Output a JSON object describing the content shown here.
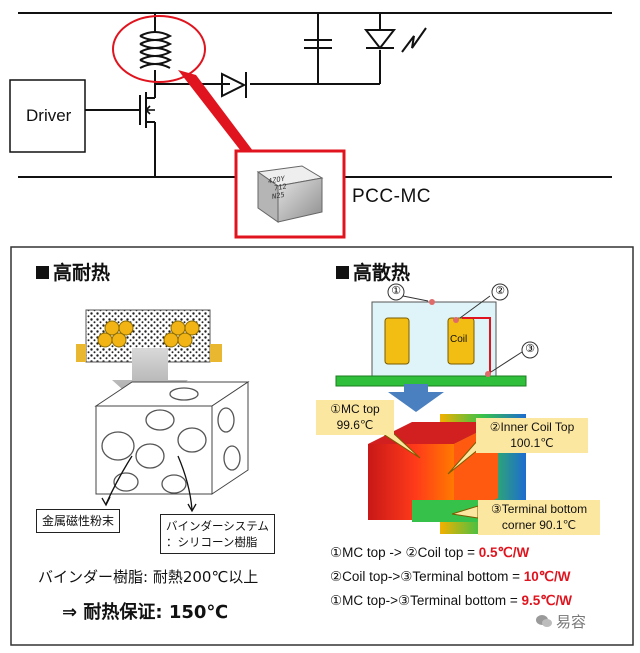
{
  "circuit": {
    "driver_label": "Driver",
    "component_label": "PCC-MC",
    "chip_markings": [
      "4ZOY",
      "712",
      "N25"
    ]
  },
  "panel": {
    "left": {
      "title": "高耐热",
      "label_powder": "金属磁性粉末",
      "label_binder_line1": "バインダーシステム",
      "label_binder_line2": "：シリコーン樹脂",
      "resin_note": "バインダー樹脂: 耐熱200℃以上",
      "guarantee": "⇒ 耐热保证: 150℃"
    },
    "right": {
      "title": "高散热",
      "markers": [
        "①",
        "②",
        "③"
      ],
      "coil_label": "Coil",
      "callouts": [
        {
          "line1": "①MC top",
          "line2": "99.6℃"
        },
        {
          "line1": "②Inner Coil Top",
          "line2": "100.1℃"
        },
        {
          "line1": "③Terminal bottom",
          "line2": "corner 90.1℃"
        }
      ],
      "results": [
        {
          "text": "①MC top -> ②Coil top = ",
          "value": "0.5℃/W"
        },
        {
          "text": "②Coil top->③Terminal bottom = ",
          "value": "10℃/W"
        },
        {
          "text": "①MC top->③Terminal bottom = ",
          "value": "9.5℃/W"
        }
      ]
    }
  },
  "watermark": "易容",
  "colors": {
    "highlight_red": "#e0141e",
    "panel_border": "#333333",
    "pcb_green": "#2fbf3a",
    "arrow_blue": "#4a7fc0"
  }
}
